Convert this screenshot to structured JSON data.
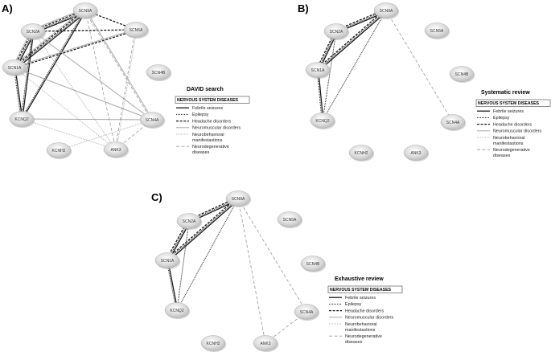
{
  "panels": [
    {
      "letter": "A)",
      "title": "DAVID search",
      "nodes": [
        "SCN9A",
        "SCN2A",
        "SCN5A",
        "SCN1A",
        "SCN4B",
        "KCNQ2",
        "SCN4A",
        "KCNH2",
        "ANK3"
      ],
      "edges": [
        {
          "from": "SCN9A",
          "to": "SCN2A",
          "types": [
            "febrile",
            "epilepsy",
            "headache",
            "neuromuscular"
          ]
        },
        {
          "from": "SCN9A",
          "to": "SCN1A",
          "types": [
            "febrile",
            "epilepsy",
            "headache",
            "neuromuscular"
          ]
        },
        {
          "from": "SCN2A",
          "to": "SCN1A",
          "types": [
            "febrile",
            "epilepsy",
            "headache",
            "neuromuscular"
          ]
        },
        {
          "from": "SCN9A",
          "to": "KCNQ2",
          "types": [
            "febrile",
            "epilepsy"
          ]
        },
        {
          "from": "SCN2A",
          "to": "KCNQ2",
          "types": [
            "febrile",
            "epilepsy"
          ]
        },
        {
          "from": "SCN1A",
          "to": "KCNQ2",
          "types": [
            "febrile",
            "epilepsy"
          ]
        },
        {
          "from": "SCN9A",
          "to": "SCN5A",
          "types": [
            "headache"
          ]
        },
        {
          "from": "SCN5A",
          "to": "SCN1A",
          "types": [
            "headache",
            "neuromuscular"
          ]
        },
        {
          "from": "SCN5A",
          "to": "SCN2A",
          "types": [
            "headache"
          ]
        },
        {
          "from": "SCN9A",
          "to": "SCN4A",
          "types": [
            "neuromuscular",
            "neurodegenerative"
          ]
        },
        {
          "from": "SCN2A",
          "to": "SCN4A",
          "types": [
            "neuromuscular"
          ]
        },
        {
          "from": "SCN1A",
          "to": "SCN4A",
          "types": [
            "neuromuscular"
          ]
        },
        {
          "from": "KCNQ2",
          "to": "SCN4A",
          "types": [
            "neuromuscular"
          ]
        },
        {
          "from": "SCN5A",
          "to": "ANK3",
          "types": [
            "neurobehavioral",
            "neurodegenerative"
          ]
        },
        {
          "from": "SCN9A",
          "to": "ANK3",
          "types": [
            "neurodegenerative"
          ]
        },
        {
          "from": "SCN1A",
          "to": "ANK3",
          "types": [
            "neurobehavioral"
          ]
        },
        {
          "from": "SCN2A",
          "to": "ANK3",
          "types": [
            "neurobehavioral"
          ]
        },
        {
          "from": "KCNQ2",
          "to": "ANK3",
          "types": [
            "neurobehavioral"
          ]
        },
        {
          "from": "KCNH2",
          "to": "SCN4A",
          "types": [
            "neurobehavioral"
          ]
        },
        {
          "from": "ANK3",
          "to": "SCN4A",
          "types": [
            "neurodegenerative"
          ]
        }
      ]
    },
    {
      "letter": "B)",
      "title": "Systematic review",
      "nodes": [
        "SCN9A",
        "SCN2A",
        "SCN5A",
        "SCN1A",
        "SCN4B",
        "KCNQ2",
        "SCN4A",
        "KCNH2",
        "ANK3"
      ],
      "edges": [
        {
          "from": "SCN9A",
          "to": "SCN2A",
          "types": [
            "febrile",
            "epilepsy",
            "headache"
          ]
        },
        {
          "from": "SCN9A",
          "to": "SCN1A",
          "types": [
            "febrile",
            "epilepsy",
            "headache"
          ]
        },
        {
          "from": "SCN2A",
          "to": "SCN1A",
          "types": [
            "febrile",
            "epilepsy",
            "headache"
          ]
        },
        {
          "from": "SCN9A",
          "to": "KCNQ2",
          "types": [
            "epilepsy"
          ]
        },
        {
          "from": "SCN2A",
          "to": "KCNQ2",
          "types": [
            "epilepsy"
          ]
        },
        {
          "from": "SCN1A",
          "to": "KCNQ2",
          "types": [
            "febrile",
            "epilepsy"
          ]
        },
        {
          "from": "SCN9A",
          "to": "SCN4A",
          "types": [
            "neurodegenerative"
          ]
        }
      ]
    },
    {
      "letter": "C)",
      "title": "Exhaustive review",
      "nodes": [
        "SCN9A",
        "SCN2A",
        "SCN5A",
        "SCN1A",
        "SCN4B",
        "KCNQ2",
        "SCN4A",
        "KCNH2",
        "ANK3"
      ],
      "edges": [
        {
          "from": "SCN9A",
          "to": "SCN2A",
          "types": [
            "febrile",
            "epilepsy",
            "headache"
          ]
        },
        {
          "from": "SCN9A",
          "to": "SCN1A",
          "types": [
            "febrile",
            "epilepsy",
            "headache"
          ]
        },
        {
          "from": "SCN2A",
          "to": "SCN1A",
          "types": [
            "febrile",
            "epilepsy",
            "headache"
          ]
        },
        {
          "from": "SCN9A",
          "to": "KCNQ2",
          "types": [
            "epilepsy"
          ]
        },
        {
          "from": "SCN2A",
          "to": "KCNQ2",
          "types": [
            "epilepsy"
          ]
        },
        {
          "from": "SCN1A",
          "to": "KCNQ2",
          "types": [
            "febrile",
            "epilepsy"
          ]
        },
        {
          "from": "SCN9A",
          "to": "SCN4A",
          "types": [
            "neurodegenerative"
          ]
        },
        {
          "from": "SCN9A",
          "to": "ANK3",
          "types": [
            "neurodegenerative"
          ]
        },
        {
          "from": "ANK3",
          "to": "SCN4A",
          "types": [
            "neurodegenerative"
          ]
        }
      ]
    }
  ],
  "legend": {
    "header": "NERVOUS SYSTEM DISEASES",
    "entries": [
      {
        "key": "febrile",
        "lines": [
          "Febrile seizures"
        ],
        "color": "#1a1a1a"
      },
      {
        "key": "epilepsy",
        "lines": [
          "Epilepsy"
        ],
        "color": "#1a1a1a"
      },
      {
        "key": "headache",
        "lines": [
          "Headache disorders"
        ],
        "color": "#1a1a1a"
      },
      {
        "key": "neuromuscular",
        "lines": [
          "Neuromuscular disorders"
        ],
        "color": "#a8a8a8"
      },
      {
        "key": "neurobehavioral",
        "lines": [
          "Neurobehavioral",
          "manifestastions"
        ],
        "color": "#8a8a8a"
      },
      {
        "key": "neurodegenerative",
        "lines": [
          "Neurodegenerative",
          "diseases"
        ],
        "color": "#9a9a9a"
      }
    ]
  },
  "colors": {
    "node_fill": "#d8d8d8",
    "node_stroke": "#b0b0b0"
  }
}
